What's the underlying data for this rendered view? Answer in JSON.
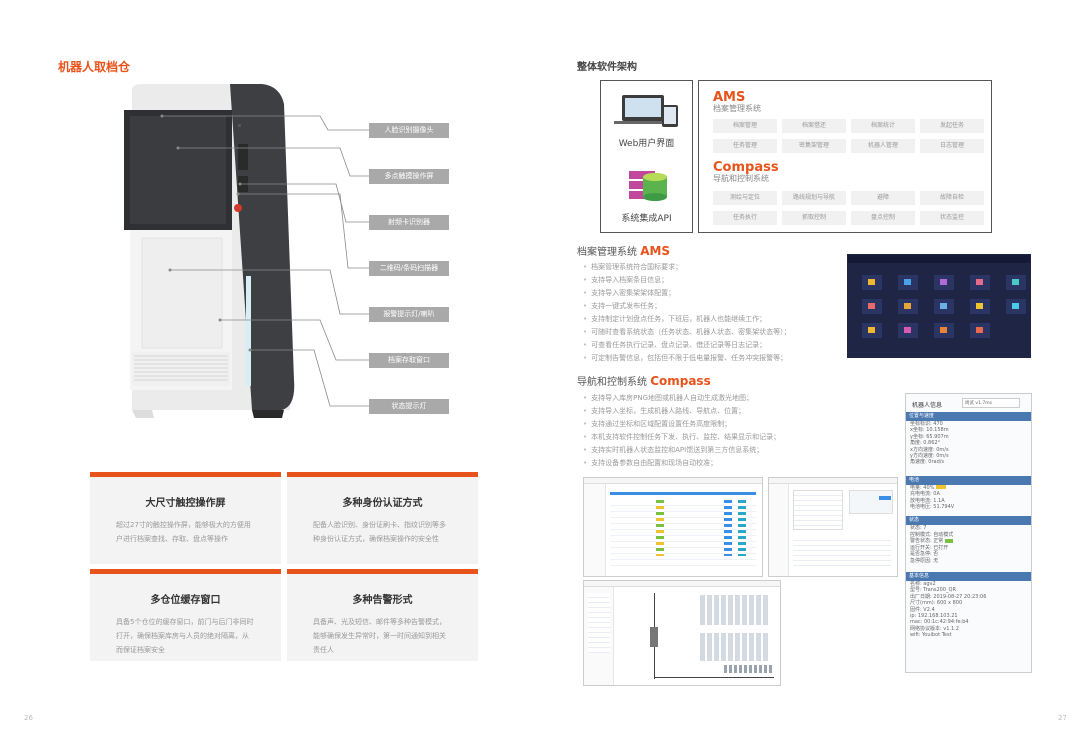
{
  "left_page": {
    "title": "机器人取档仓",
    "callouts": [
      "人脸识别摄像头",
      "多点触摸操作屏",
      "射频卡识别器",
      "二维码/条码扫描器",
      "报警提示灯/喇叭",
      "档案存取窗口",
      "状态提示灯"
    ],
    "features": [
      {
        "title": "大尺寸触控操作屏",
        "desc": "超过27寸的触控操作屏，能够极大的方便用户进行档案查找、存取、盘点等操作"
      },
      {
        "title": "多种身份认证方式",
        "desc": "配备人脸识别、身份证刷卡、指纹识别等多种身份认证方式，确保档案操作的安全性"
      },
      {
        "title": "多仓位缓存窗口",
        "desc": "具备5个仓位的缓存窗口，前门与后门非同时打开，确保档案库房与人员的绝对隔离，从而保证档案安全"
      },
      {
        "title": "多种告警形式",
        "desc": "具备声、光及短信、邮件等多种告警模式，能够确保发生异常时，第一时间通知到相关责任人"
      }
    ],
    "page_number": "26"
  },
  "right_page": {
    "arch_title": "整体软件架构",
    "web_label": "Web用户界面",
    "api_label": "系统集成API",
    "ams": {
      "name": "AMS",
      "sub": "档案管理系统",
      "modules": [
        "档案管理",
        "档案借还",
        "档案统计",
        "发起任务",
        "任务管理",
        "密集架管理",
        "机器人管理",
        "日志管理"
      ]
    },
    "compass": {
      "name": "Compass",
      "sub": "导航和控制系统",
      "modules": [
        "测绘与定位",
        "路线规划与导航",
        "避障",
        "故障自检",
        "任务执行",
        "抓取控制",
        "盘点控制",
        "状态监控"
      ]
    },
    "ams_section": {
      "prefix": "档案管理系统",
      "name": "AMS",
      "bullets": [
        "档案管理系统符合国标要求；",
        "支持导入档案条目信息；",
        "支持导入密集架架体配置；",
        "支持一键式发布任务；",
        "支持制定计划盘点任务，下班后，机器人也能继续工作；",
        "可随时查看系统状态（任务状态、机器人状态、密集架状态等）；",
        "可查看任务执行记录、盘点记录、借还记录等日志记录；",
        "可定制告警信息，包括但不限于低电量报警、任务冲突报警等；"
      ]
    },
    "compass_section": {
      "prefix": "导航和控制系统",
      "name": "Compass",
      "bullets": [
        "支持导入库房PNG地图或机器人自动生成激光地图；",
        "支持导入坐标，生成机器人路线、导航点、位置；",
        "支持通过坐标和区域配置设置任务高度限制；",
        "本机支持软件控制任务下发、执行、监控、结果显示和记录；",
        "支持实时机器人状态监控和API馈送到第三方信息系统；",
        "支持设备参数自由配置和现场自动校准；"
      ]
    },
    "robot_panel": {
      "title": "机器人信息",
      "selector": "尚武 v1.7ms",
      "sections": [
        {
          "header": "位置与速度",
          "lines": [
            "坐标标识: 470",
            "x坐标: 10.158m",
            "y坐标: 65.907m",
            "角度: 0.862°",
            "x方向速度: 0m/s",
            "y方向速度: 0m/s",
            "角速度: 0rad/s"
          ]
        },
        {
          "header": "电池",
          "lines": [
            "电量: 40%",
            "充电电流: 0A",
            "放电电流: 1.1A",
            "电池电压: 51.794V"
          ]
        },
        {
          "header": "状态",
          "lines": [
            "状态: 7",
            "控制模式: 自动模式",
            "警告状态: 正常",
            "运行开关: 已打开",
            "是否急停: 否",
            "急停原因: 无"
          ]
        },
        {
          "header": "基本信息",
          "lines": [
            "名称: agv2",
            "型号: Trans200_QR",
            "出厂日期: 2019-08-27 20:23:06",
            "尺寸(mm): 600 x 800",
            "固件: V2.4",
            "ip: 192.168.103.21",
            "mac: 00:1c:42:94:fe:b4",
            "网络协议版本: v1.1.2",
            "wifi: Youibot Test"
          ]
        }
      ]
    },
    "page_number": "27"
  },
  "colors": {
    "accent": "#e8531c",
    "label_bg": "#a9a9a9",
    "feature_bg": "#f3f3f3",
    "panel_header": "#4a78b0",
    "dark_ui": "#1e2545"
  }
}
